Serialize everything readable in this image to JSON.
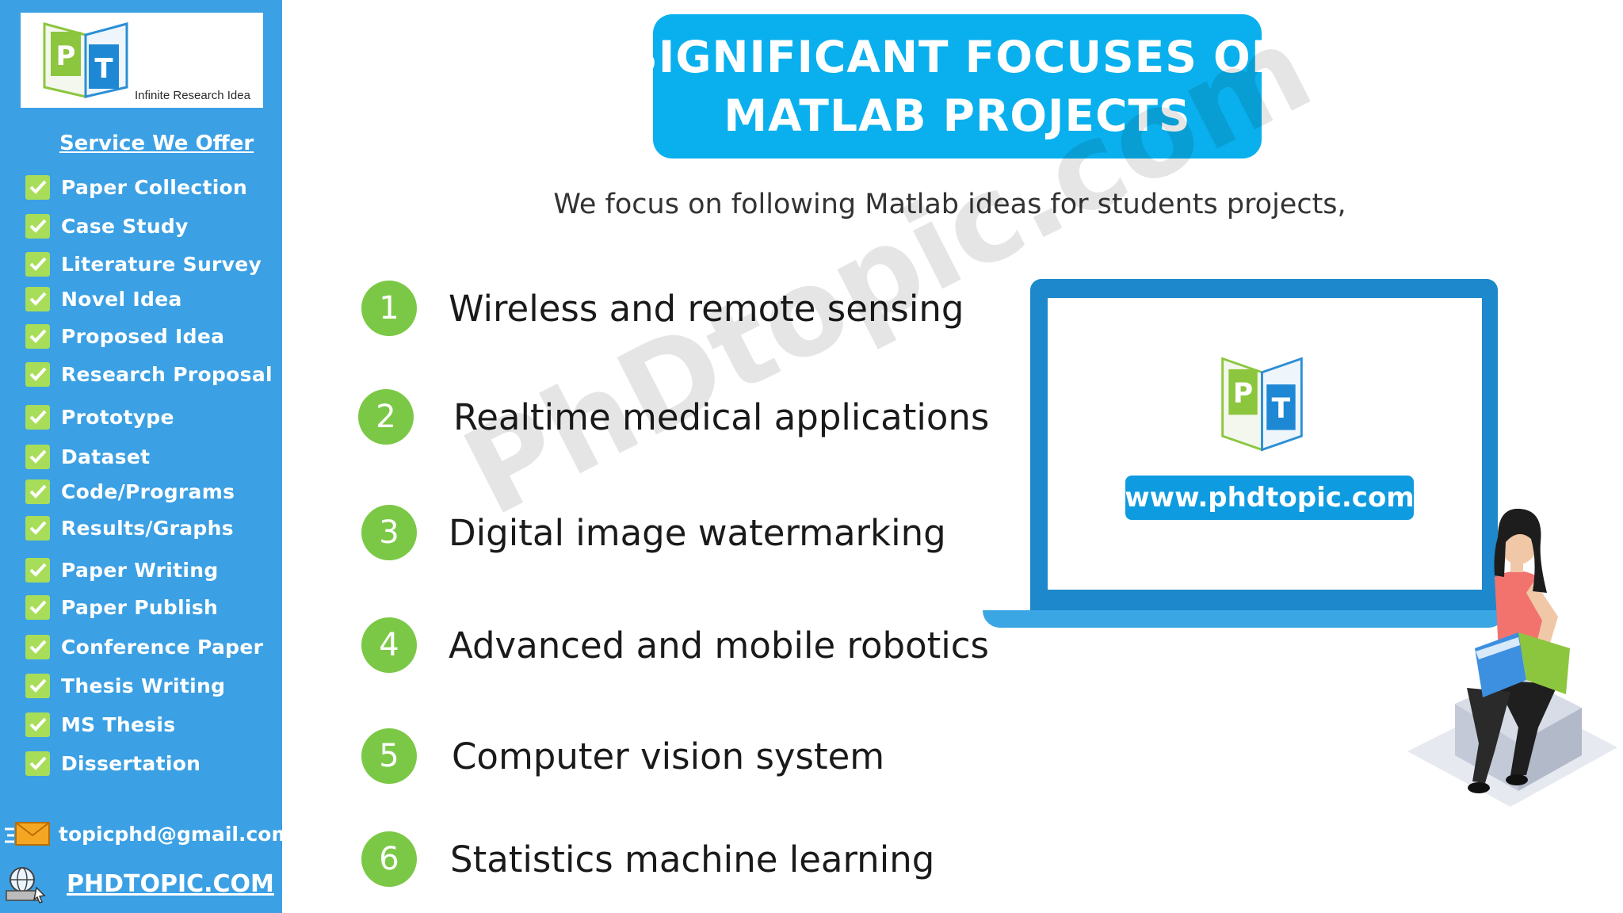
{
  "sidebar": {
    "logo": {
      "letters": [
        "P",
        "T"
      ],
      "tagline": "Infinite Research Idea"
    },
    "heading": "Service We Offer",
    "items": [
      "Paper Collection",
      "Case Study",
      "Literature Survey",
      "Novel Idea",
      "Proposed Idea",
      "Research Proposal",
      "Prototype",
      "Dataset",
      "Code/Programs",
      "Results/Graphs",
      "Paper Writing",
      "Paper Publish",
      "Conference Paper",
      "Thesis Writing",
      "MS Thesis",
      "Dissertation"
    ],
    "email": "topicphd@gmail.com",
    "website": "PHDTOPIC.COM"
  },
  "main": {
    "title_lines": [
      "SIGNIFICANT FOCUSES ON",
      "MATLAB PROJECTS"
    ],
    "intro": "We focus on following Matlab ideas for students projects,",
    "items": [
      {
        "num": "1",
        "label": "Wireless and remote sensing"
      },
      {
        "num": "2",
        "label": "Realtime medical applications"
      },
      {
        "num": "3",
        "label": "Digital image watermarking"
      },
      {
        "num": "4",
        "label": "Advanced and mobile robotics"
      },
      {
        "num": "5",
        "label": "Computer vision system"
      },
      {
        "num": "6",
        "label": "Statistics machine learning"
      }
    ],
    "watermark": "PhDtopic.com"
  },
  "laptop": {
    "url": "www.phdtopic.com"
  },
  "colors": {
    "sidebar": "#3ba0e4",
    "title_box": "#09b0ed",
    "number_circle": "#7bc846",
    "check": "#a8dd5a",
    "laptop_frame": "#1e88cc"
  }
}
